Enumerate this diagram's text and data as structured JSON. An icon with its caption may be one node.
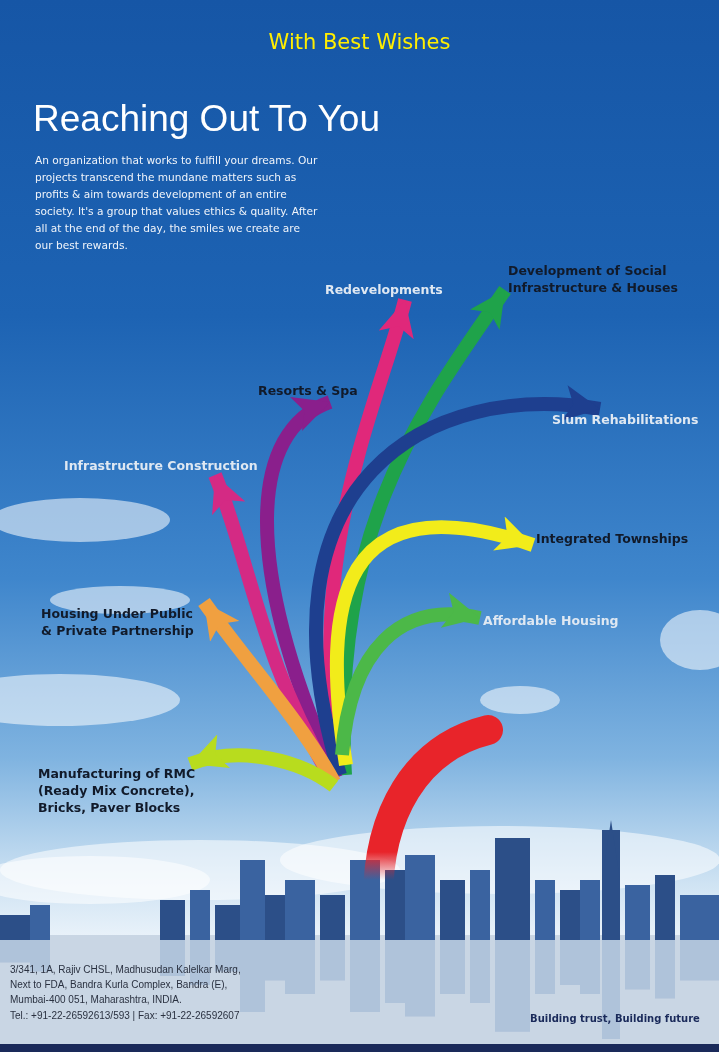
{
  "diagram": {
    "title": "Reaching Out To You",
    "nodes": [
      {
        "text": [
          "Redevelopments"
        ]
      },
      {
        "text": [
          "Development of Social Infrastructure & Houses"
        ]
      },
      {
        "text": [
          "Resorts & Spa"
        ]
      },
      {
        "text": [
          "Slum Rehabilitations"
        ]
      },
      {
        "text": [
          "Infrastructure Construction"
        ]
      },
      {
        "text": [
          "Integrated Townships"
        ]
      },
      {
        "text": [
          "Housing Under Public & Private Partnership"
        ]
      },
      {
        "text": [
          "Affordable Housing"
        ]
      },
      {
        "text": [
          "Manufacturing of RMC (Ready Mix Concrete), Bricks, Paver Blocks"
        ]
      }
    ],
    "edges": [
      {
        "from": null,
        "to": 0,
        "arrow": "to",
        "color": "#e0287a"
      },
      {
        "from": null,
        "to": 1,
        "arrow": "to",
        "color": "#1fa34a"
      },
      {
        "from": null,
        "to": 2,
        "arrow": "to",
        "color": "#8a1f8c"
      },
      {
        "from": null,
        "to": 3,
        "arrow": "to",
        "color": "#1e3f8f"
      },
      {
        "from": null,
        "to": 4,
        "arrow": "to",
        "color": "#d42a84"
      },
      {
        "from": null,
        "to": 5,
        "arrow": "to",
        "color": "#f2ec1a"
      },
      {
        "from": null,
        "to": 6,
        "arrow": "to",
        "color": "#f0a040"
      },
      {
        "from": null,
        "to": 7,
        "arrow": "to",
        "color": "#4cb848"
      },
      {
        "from": null,
        "to": 8,
        "arrow": "to",
        "color": "#b8dc1e"
      }
    ],
    "labels": [
      "With Best Wishes",
      "An organization that works to fulfill your dreams. Our projects transcend the mundane matters such as profits & aim towards development of an entire society. It's a group that values ethics & quality. After all at the end of the day, the smiles we create are our best rewards.",
      "3/341, 1A, Rajiv CHSL, Madhusudan Kalelkar Marg, Next to FDA, Bandra Kurla Complex, Bandra (E), Mumbai-400 051, Maharashtra, INDIA.",
      "Tel.: +91-22-26592613/593 | Fax: +91-22-26592607",
      "Building trust, Building future"
    ]
  }
}
